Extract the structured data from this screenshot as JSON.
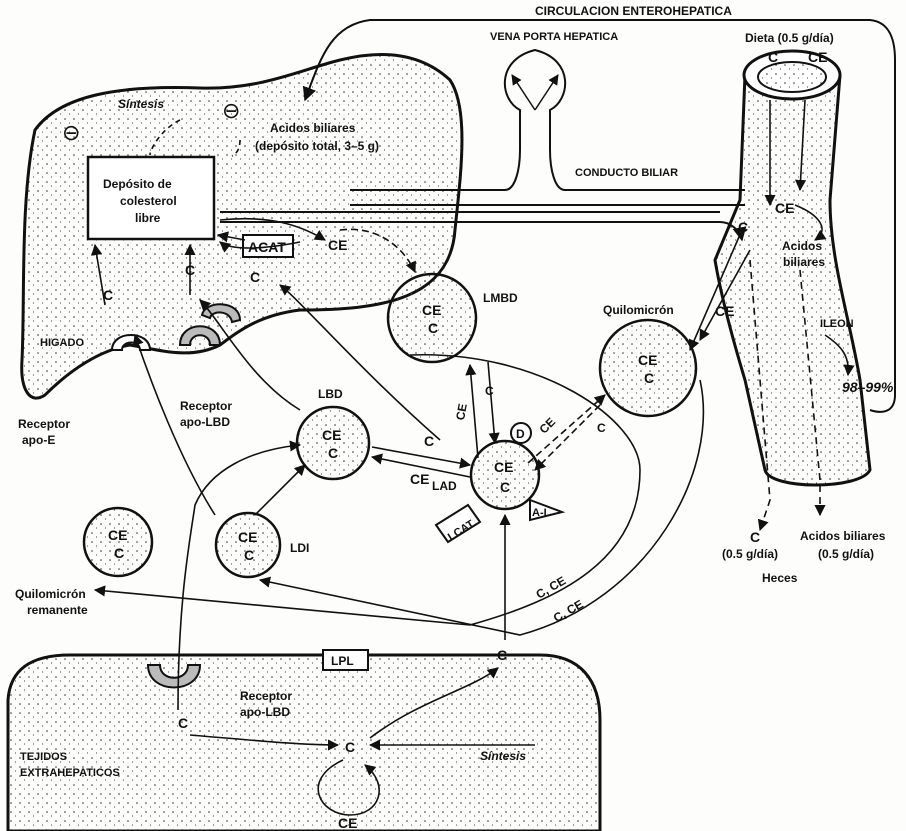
{
  "labels": {
    "circulacion": "CIRCULACION ENTEROHEPATICA",
    "vena_porta": "VENA PORTA HEPATICA",
    "dieta": "Dieta (0.5 g/día)",
    "dieta_c": "C",
    "dieta_ce": "CE",
    "sintesis_liver": "Síntesis",
    "acidos_biliares_1": "Acidos biliares",
    "acidos_biliares_2": "(depósito total, 3–5 g)",
    "conducto_biliar": "CONDUCTO BILIAR",
    "deposito_1": "Depósito de",
    "deposito_2": "colesterol",
    "deposito_3": "libre",
    "acat": "ACAT",
    "ce_liver": "CE",
    "c_liver": "C",
    "higado": "HIGADO",
    "receptor_apoe_1": "Receptor",
    "receptor_apoe_2": "apo-E",
    "receptor_apolbd_1": "Receptor",
    "receptor_apolbd_2": "apo-LBD",
    "c_left": "C",
    "c_mid": "C",
    "lmbd": "LMBD",
    "quilomicron": "Quilomicrón",
    "ileon": "ILEON",
    "pct": "98–99%",
    "ce_int": "CE",
    "c_int": "C",
    "acidos_int_1": "Acidos",
    "acidos_int_2": "biliares",
    "ce_q": "CE",
    "lbd": "LBD",
    "ldi": "LDI",
    "lad": "LAD",
    "d": "D",
    "lcat": "LCAT",
    "a1": "A-I",
    "c_arrow": "C",
    "ce_arrow": "CE",
    "ce_lmbd": "CE",
    "c_lmbd": "C",
    "ce_q_arrow": "CE",
    "c_q_arrow": "C",
    "c_ce_1": "C, CE",
    "c_ce_2": "C, CE",
    "heces_c_1": "C",
    "heces_c_2": "(0.5 g/día)",
    "heces_ab_1": "Acidos biliares",
    "heces_ab_2": "(0.5 g/día)",
    "heces": "Heces",
    "quilo_rem_1": "Quilomicrón",
    "quilo_rem_2": "remanente",
    "lpl": "LPL",
    "receptor_tissue_1": "Receptor",
    "receptor_tissue_2": "apo-LBD",
    "c_t1": "C",
    "c_t2": "C",
    "c_t3": "C",
    "sintesis_tissue": "Síntesis",
    "tejidos_1": "TEJIDOS",
    "tejidos_2": "EXTRAHEPATICOS",
    "ce_bottom": "CE",
    "ce": "CE",
    "c": "C",
    "minus": "⊖"
  }
}
